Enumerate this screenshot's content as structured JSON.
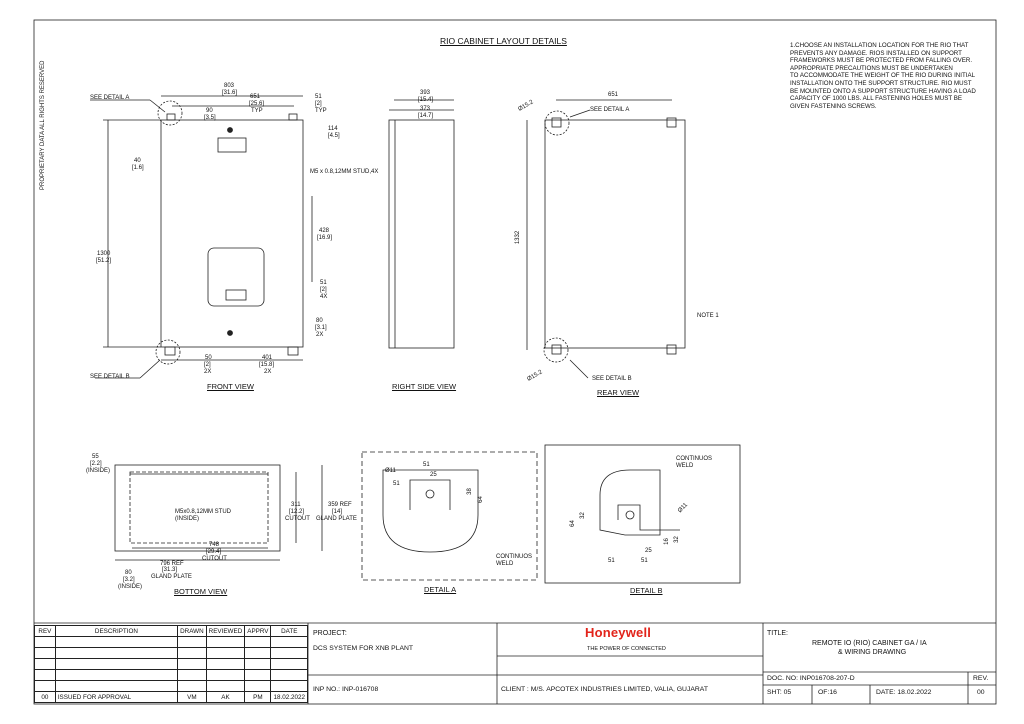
{
  "side_note": "PROPRIETARY DATA ALL RIGHTS RESERVED",
  "title": "RIO CABINET LAYOUT DETAILS",
  "notes": "1.CHOOSE AN INSTALLATION LOCATION FOR THE RIO THAT\nPREVENTS ANY DAMAGE. RIOS INSTALLED ON SUPPORT\nFRAMEWORKS MUST BE PROTECTED FROM FALLING OVER.\nAPPROPRIATE PRECAUTIONS MUST BE UNDERTAKEN\nTO ACCOMMODATE THE WEIGHT OF THE RIO DURING INITIAL\nINSTALLATION ONTO THE SUPPORT STRUCTURE. RIO MUST\nBE MOUNTED ONTO A SUPPORT STRUCTURE HAVING A LOAD\nCAPACITY OF 1000 LBS. ALL FASTENING HOLES MUST BE\nGIVEN FASTENING SCREWS.",
  "views": {
    "front": "FRONT VIEW",
    "right_side": "RIGHT SIDE VIEW",
    "rear": "REAR VIEW",
    "bottom": "BOTTOM VIEW",
    "detail_a": "DETAIL A",
    "detail_b": "DETAIL B"
  },
  "callouts": {
    "see_detail_a": "SEE DETAIL A",
    "see_detail_b": "SEE DETAIL B",
    "note1": "NOTE 1",
    "stud": "M5 x 0.8,12MM STUD,4X",
    "stud_bottom": "M5x0.8,12MM STUD",
    "inside": "(INSIDE)",
    "weld": "CONTINUOS",
    "weld2": "WELD",
    "cutout": "CUTOUT",
    "gland_plate": "GLAND PLATE"
  },
  "dims": {
    "front": [
      "803",
      "[31.6]",
      "651",
      "[25.6]",
      "TYP",
      "51",
      "[2]",
      "TYP",
      "90",
      "[3.5]",
      "114",
      "[4.5]",
      "40",
      "[1.6]",
      "1300",
      "[51.2]",
      "428",
      "[16.9]",
      "51",
      "[2]",
      "4X",
      "80",
      "[3.1]",
      "2X",
      "50",
      "[2]",
      "2X",
      "401",
      "[15.8]",
      "2X"
    ],
    "side": [
      "393",
      "[15.4]",
      "373",
      "[14.7]"
    ],
    "rear": [
      "651",
      "1332",
      "Ø15.2"
    ],
    "bottom": [
      "55",
      "[2.2]",
      "(INSIDE)",
      "311",
      "[12.2]",
      "CUTOUT",
      "359 REF",
      "[14]",
      "GLAND PLATE",
      "748",
      "[29.4]",
      "CUTOUT",
      "796 REF",
      "[31.3]",
      "GLAND PLATE",
      "80",
      "[3.2]",
      "(INSIDE)"
    ],
    "detail_a": [
      "51",
      "25",
      "51",
      "Ø11",
      "38",
      "64"
    ],
    "detail_b": [
      "32",
      "64",
      "Ø11",
      "25",
      "51",
      "51",
      "16",
      "32"
    ]
  },
  "title_block": {
    "h_rev": "REV",
    "h_desc": "DESCRIPTION",
    "h_drawn": "DRAWN",
    "h_reviewed": "REVIEWED",
    "h_apprv": "APPRV",
    "h_date": "DATE",
    "row_rev": "00",
    "row_desc": "ISSUED FOR APPROVAL",
    "row_drawn": "VM",
    "row_reviewed": "AK",
    "row_apprv": "PM",
    "row_date": "18.02.2022",
    "project_label": "PROJECT:",
    "project": "DCS SYSTEM FOR XNB PLANT",
    "inp_no": "INP NO.: INP-016708",
    "brand": "Honeywell",
    "tagline": "THE POWER OF CONNECTED",
    "client": "CLIENT :  M/S. APCOTEX INDUSTRIES LIMITED, VALIA, GUJARAT",
    "title_label": "TITLE:",
    "title_1": "REMOTE IO (RIO) CABINET GA / IA",
    "title_2": "& WIRING DRAWING",
    "doc_no": "DOC. NO:  INP016708-207-D",
    "rev_label": "REV.",
    "sheet": "SHT: 05",
    "of": "OF:16",
    "date": "DATE: 18.02.2022",
    "rev_val": "00"
  }
}
